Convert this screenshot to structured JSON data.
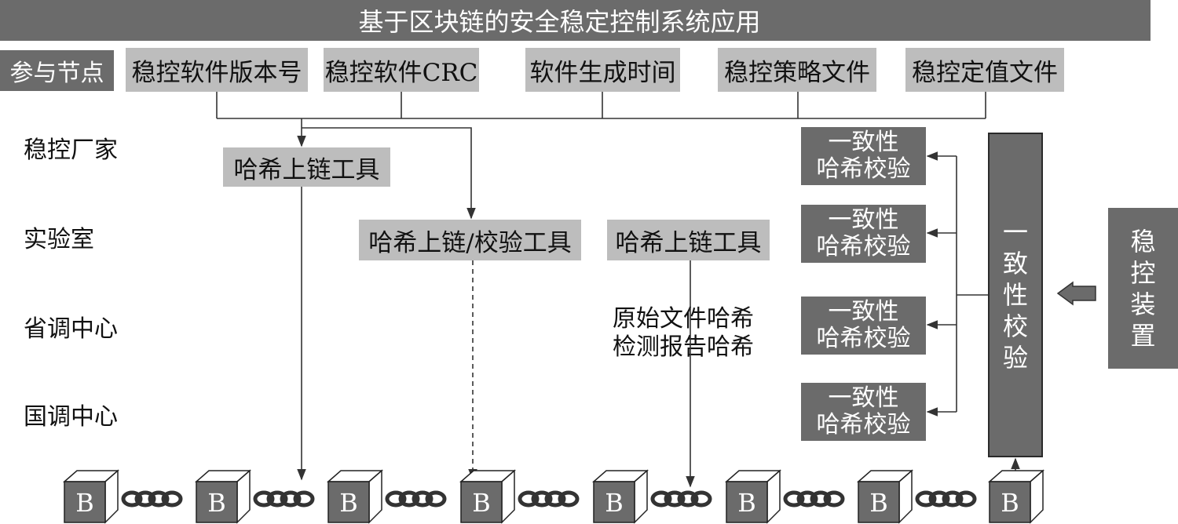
{
  "title": "基于区块链的安全稳定控制系统应用",
  "participants_label": "参与节点",
  "headers": [
    "稳控软件版本号",
    "稳控软件CRC",
    "软件生成时间",
    "稳控策略文件",
    "稳控定值文件"
  ],
  "roles": [
    "稳控厂家",
    "实验室",
    "省调中心",
    "国调中心"
  ],
  "tools": {
    "vendor_upload": "哈希上链工具",
    "lab_upload_verify": "哈希上链/校验工具",
    "lab_upload": "哈希上链工具"
  },
  "annotation": {
    "line1": "原始文件哈希",
    "line2": "检测报告哈希"
  },
  "consistency_box": {
    "line1": "一致性",
    "line2": "哈希校验"
  },
  "consistency_column": [
    "一",
    "致",
    "性",
    "校",
    "验"
  ],
  "device": [
    "稳",
    "控",
    "装",
    "置"
  ],
  "block_label": "B",
  "colors": {
    "dark": "#6b6b6b",
    "light": "#bdbdbd",
    "line": "#444444"
  }
}
